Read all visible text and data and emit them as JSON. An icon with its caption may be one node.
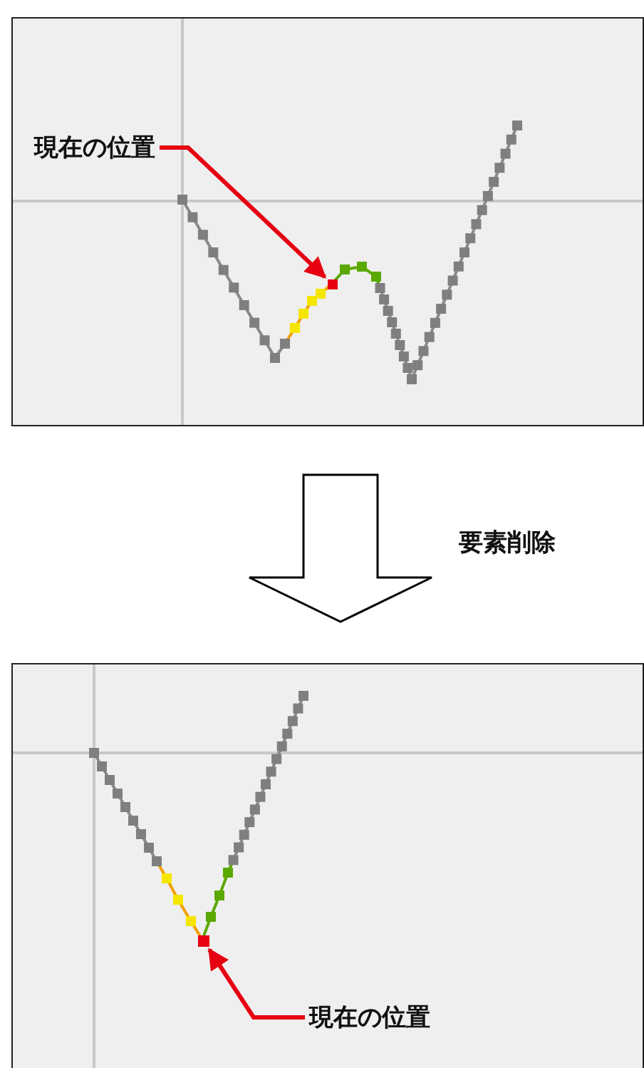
{
  "diagram": {
    "nodes": [
      {
        "text": [],
        "shape": "box"
      },
      {
        "text": [
          "現在の位置"
        ],
        "in": 0
      },
      {
        "text": [],
        "shape": "box",
        "in": 0
      },
      {
        "text": [],
        "shape": "box"
      },
      {
        "text": [],
        "shape": "box",
        "in": 3
      },
      {
        "text": [
          "現在の位置"
        ],
        "in": 3
      }
    ],
    "edges": [
      {
        "from": 1,
        "to": 2,
        "arrow": "to",
        "color": "#e60012"
      },
      {
        "from": 0,
        "to": 3,
        "arrow": "to",
        "label": "要素削除",
        "color": "#000000"
      },
      {
        "from": 5,
        "to": 4,
        "arrow": "to",
        "color": "#e60012"
      }
    ]
  }
}
